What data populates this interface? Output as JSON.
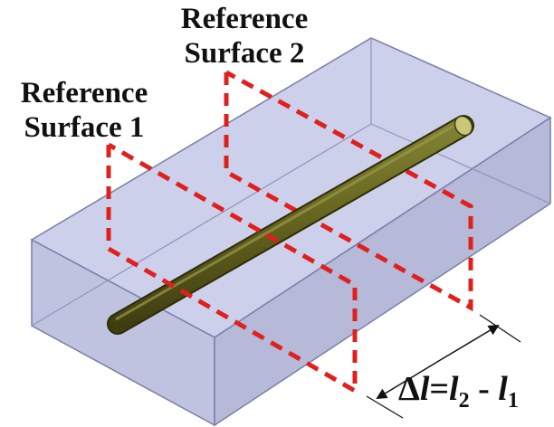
{
  "labels": {
    "ref1_line1": "Reference",
    "ref1_line2": "Surface 1",
    "ref2_line1": "Reference",
    "ref2_line2": "Surface 2"
  },
  "formula": {
    "delta": "Δ",
    "l": "l",
    "eq": "=",
    "l2": "l",
    "sub2": "2",
    "minus": " - ",
    "l1": "l",
    "sub1": "1"
  },
  "colors": {
    "box_fill": "#c9cce8",
    "box_edge": "#7a7ea8",
    "rod": "#6b6a22",
    "rod_cap": "#c8c878",
    "reference_plane": "#e0201c",
    "arrow": "#111111"
  },
  "icons": {
    "rod": "cylindrical-conductor",
    "box": "dielectric-block",
    "dimension": "double-arrow"
  }
}
